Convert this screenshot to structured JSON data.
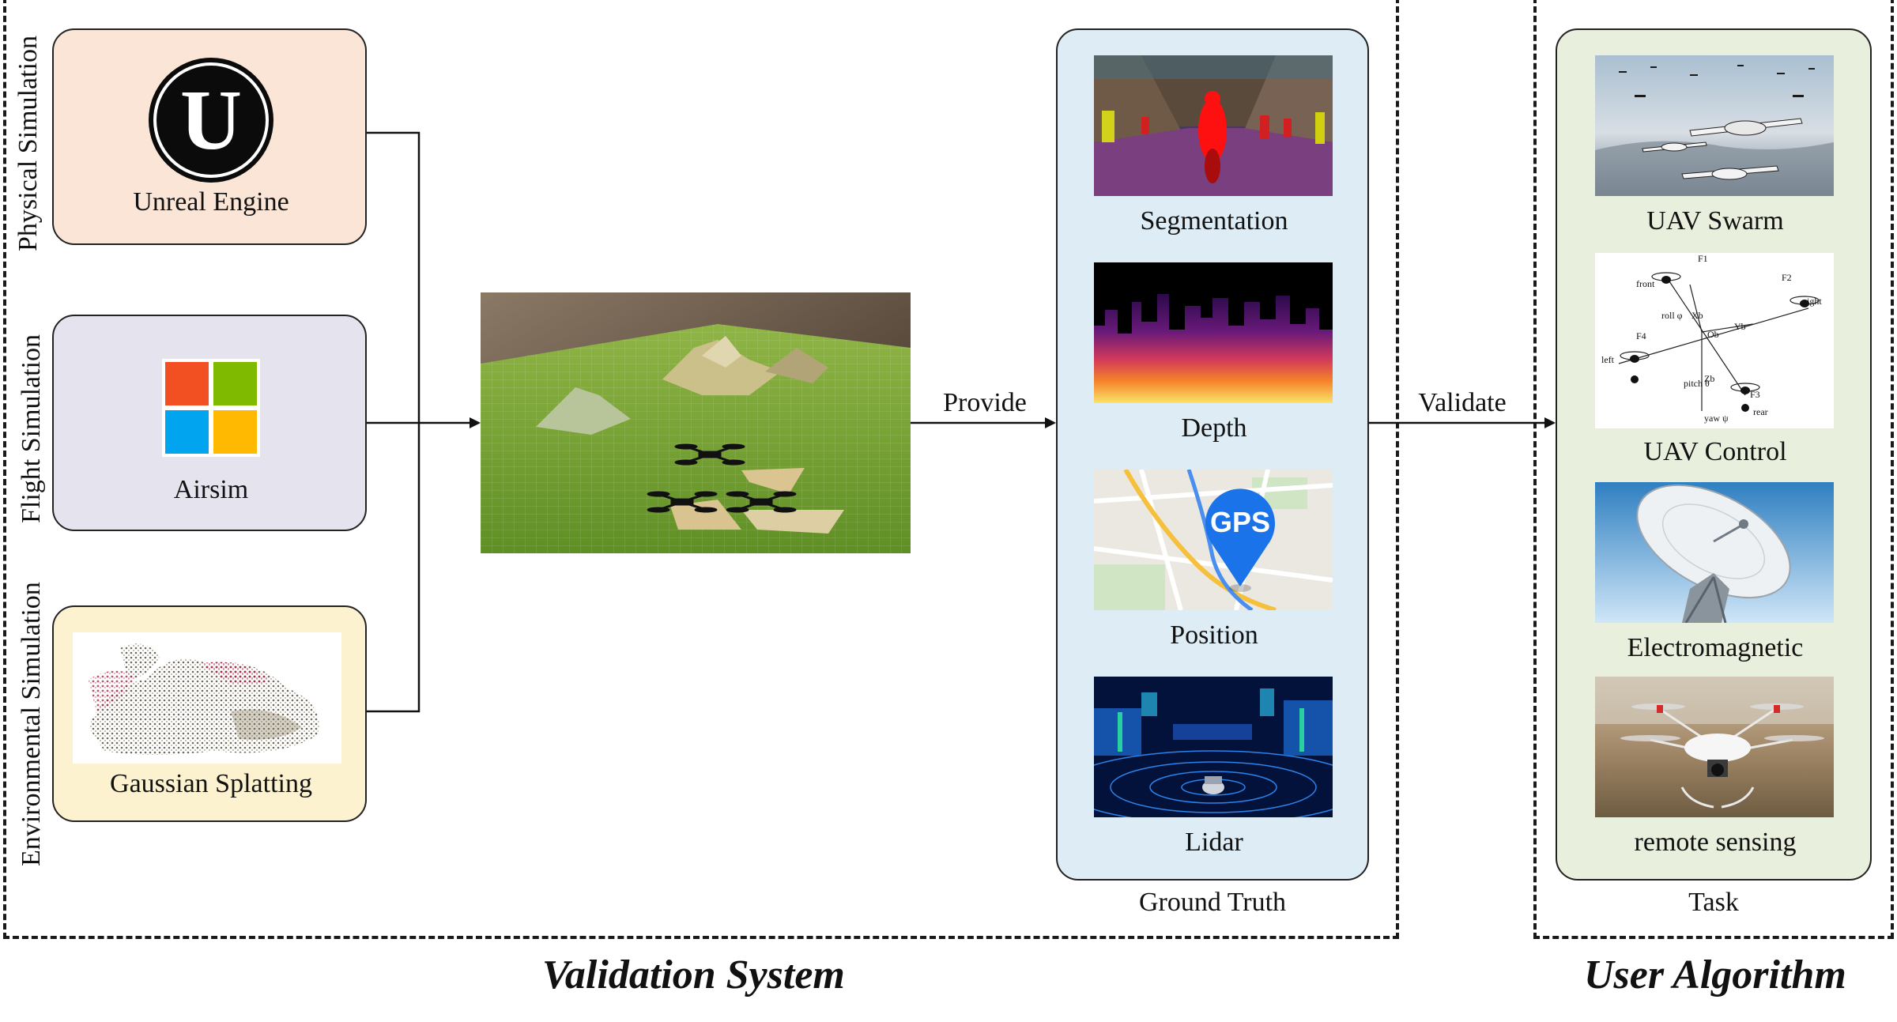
{
  "left_group": {
    "labels": [
      "Physical Simulation",
      "Flight Simulation",
      "Environmental Simulation"
    ],
    "boxes": [
      {
        "label": "Unreal Engine",
        "icon": "unreal-engine-logo"
      },
      {
        "label": "Airsim",
        "icon": "microsoft-logo"
      },
      {
        "label": "Gaussian Splatting",
        "icon": "point-cloud-image"
      }
    ]
  },
  "center": {
    "image": "drone-terrain-simulation-image",
    "provide_label": "Provide"
  },
  "ground_truth": {
    "caption": "Ground Truth",
    "items": [
      {
        "label": "Segmentation",
        "icon": "segmentation-image"
      },
      {
        "label": "Depth",
        "icon": "depth-map-image"
      },
      {
        "label": "Position",
        "icon": "gps-map-image",
        "badge": "GPS"
      },
      {
        "label": "Lidar",
        "icon": "lidar-image"
      }
    ]
  },
  "validate_label": "Validate",
  "task": {
    "caption": "Task",
    "items": [
      {
        "label": "UAV Swarm",
        "icon": "uav-swarm-image"
      },
      {
        "label": "UAV Control",
        "icon": "uav-control-diagram"
      },
      {
        "label": "Electromagnetic",
        "icon": "radio-dish-image"
      },
      {
        "label": "remote sensing",
        "icon": "drone-camera-image"
      }
    ],
    "control_diagram_labels": [
      "F1",
      "front",
      "F2",
      "right",
      "F4",
      "left",
      "F3",
      "rear",
      "roll φ",
      "pitch θ",
      "yaw ψ",
      "Xb",
      "Yb",
      "Zb",
      "Ob"
    ]
  },
  "titles": {
    "validation_system": "Validation System",
    "user_algorithm": "User Algorithm"
  },
  "colors": {
    "unreal_box": "#fbe5d6",
    "airsim_box": "#e5e3ee",
    "gaussian_box": "#fdf2d0",
    "ground_truth_box": "#deedf5",
    "task_box": "#e8efdc",
    "ms_red": "#f25022",
    "ms_green": "#7fba00",
    "ms_blue": "#00a4ef",
    "ms_yellow": "#ffb900",
    "gps_blue": "#1a73e8"
  }
}
